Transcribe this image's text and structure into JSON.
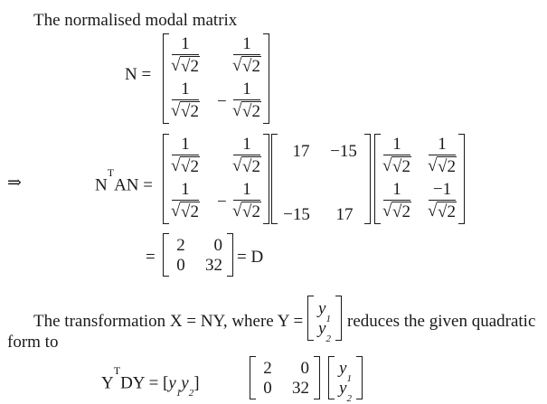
{
  "intro_text": "The normalised modal matrix",
  "n_label": "N =",
  "matrix_N": [
    [
      "1",
      "√2",
      "",
      "1",
      "√2"
    ],
    [
      "1",
      "√2",
      "−",
      "1",
      "√2"
    ]
  ],
  "implies_symbol": "⇒",
  "ntan_label": "N",
  "ntan_sup": "T",
  "ntan_rest": "AN =",
  "matrix_A": [
    [
      "17",
      "−15"
    ],
    [
      "−15",
      "17"
    ]
  ],
  "matrix_N_last": [
    [
      "1",
      "√2",
      "1",
      "√2"
    ],
    [
      "1",
      "√2",
      "−1",
      "√2"
    ]
  ],
  "eq_sign": "=",
  "matrix_D": [
    [
      "2",
      "0"
    ],
    [
      "0",
      "32"
    ]
  ],
  "d_label": "= D",
  "transform_text_1": "The transformation X = NY, where Y =",
  "y_vector": [
    "y",
    "1",
    "y",
    "2"
  ],
  "transform_text_2": "reduces the given quadratic",
  "transform_text_3": "form to",
  "final_lhs": "Y",
  "final_sup": "T",
  "final_lhs_rest": "DY = [",
  "final_row": [
    "y",
    "1",
    "y",
    "2"
  ],
  "final_close": "]"
}
